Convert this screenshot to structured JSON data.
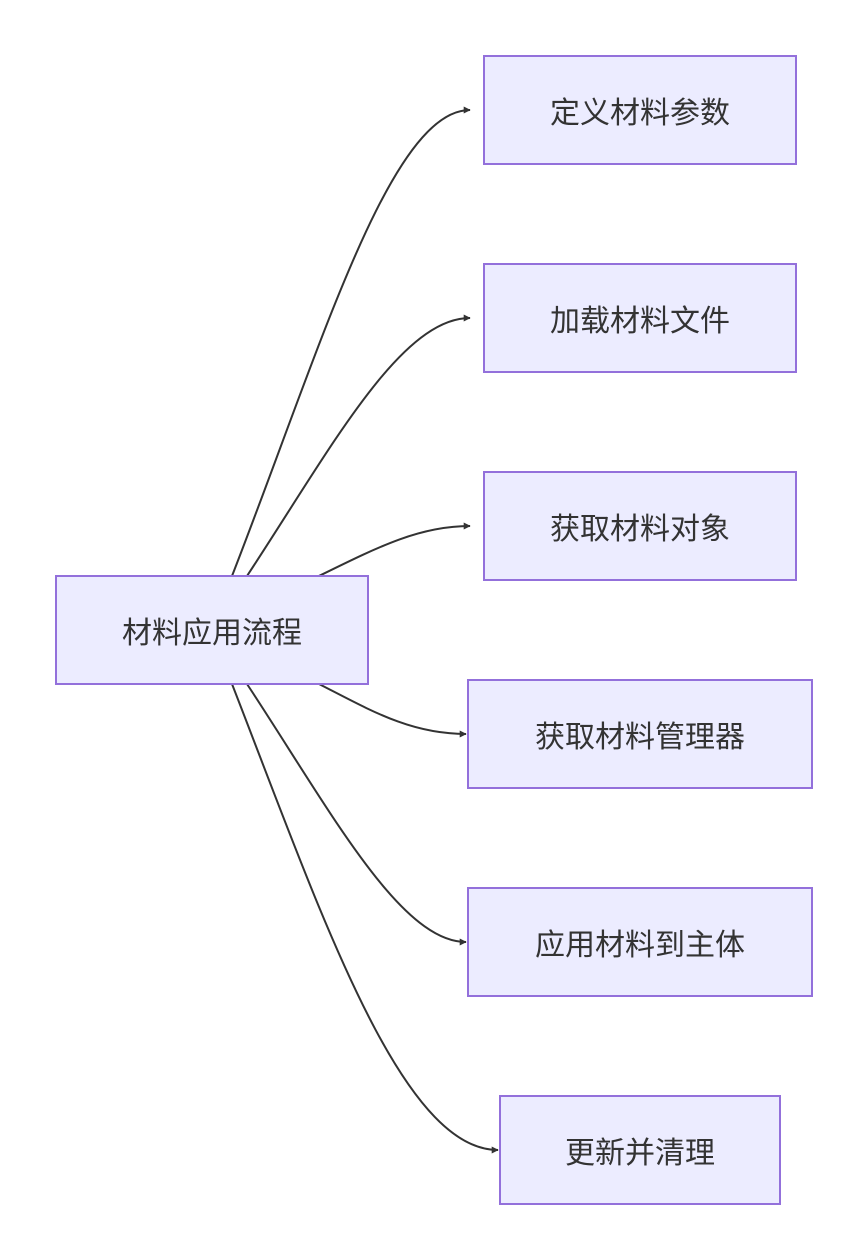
{
  "diagram": {
    "root": {
      "label": "材料应用流程"
    },
    "steps": [
      {
        "label": "定义材料参数"
      },
      {
        "label": "加载材料文件"
      },
      {
        "label": "获取材料对象"
      },
      {
        "label": "获取材料管理器"
      },
      {
        "label": "应用材料到主体"
      },
      {
        "label": "更新并清理"
      }
    ]
  },
  "colors": {
    "node_fill": "#ECECFF",
    "node_border": "#9370DB",
    "edge": "#333333",
    "text": "#333333"
  }
}
